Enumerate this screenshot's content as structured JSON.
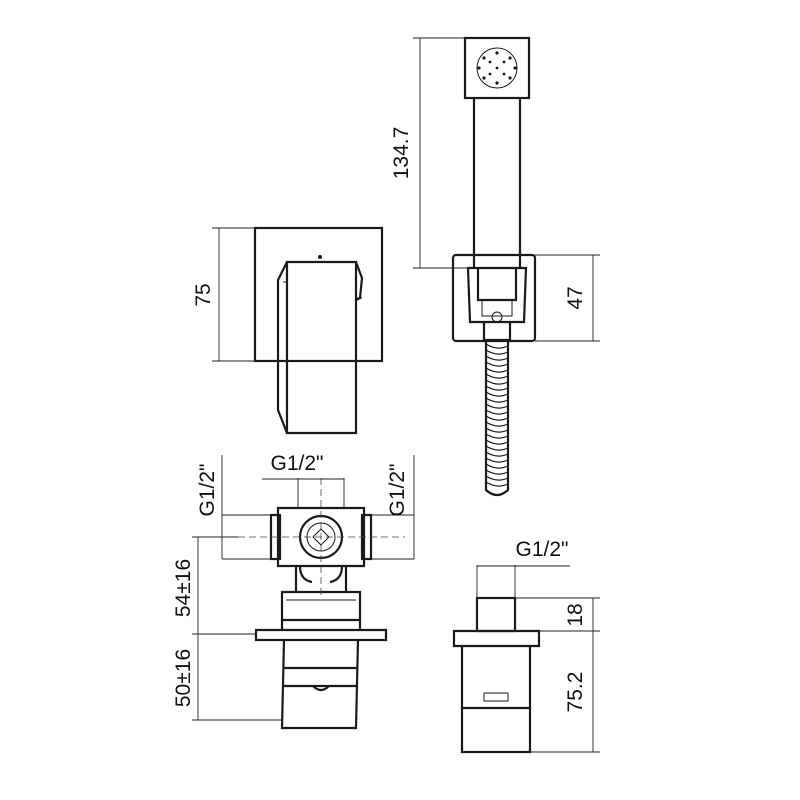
{
  "dimensions": {
    "hand_shower_length": "134.7",
    "mixer_plate": "75",
    "holder_bracket": "47",
    "inlet_top": "G1/2\"",
    "inlet_left": "G1/2\"",
    "inlet_right": "G1/2\"",
    "body_depth_upper": "54±16",
    "body_depth_lower": "50±16",
    "outlet_thread": "G1/2\"",
    "outlet_stub": "18",
    "outlet_depth": "75.2"
  },
  "colors": {
    "line": "#1a1a1a",
    "background": "#ffffff"
  }
}
